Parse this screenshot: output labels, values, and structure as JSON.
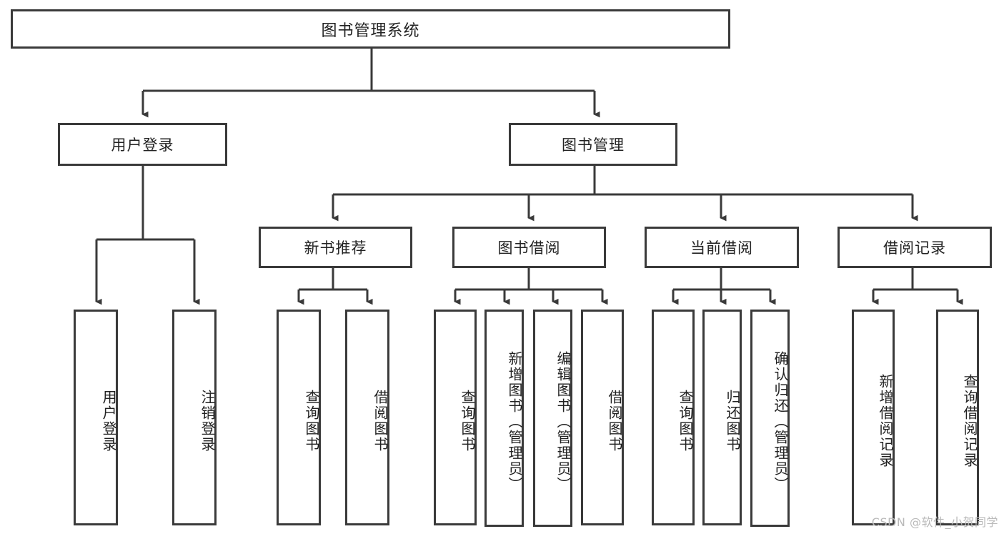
{
  "diagram": {
    "title": "图书管理系统",
    "type": "hierarchy-tree",
    "colors": {
      "stroke": "#3a3a3a",
      "fill": "#ffffff",
      "text": "#222222",
      "watermark": "#b9b9b9"
    },
    "root": {
      "label": "图书管理系统"
    },
    "level1": [
      {
        "label": "用户登录"
      },
      {
        "label": "图书管理"
      }
    ],
    "level2": [
      {
        "label": "新书推荐"
      },
      {
        "label": "图书借阅"
      },
      {
        "label": "当前借阅"
      },
      {
        "label": "借阅记录"
      }
    ],
    "leaves": {
      "user_login": [
        {
          "label": "用户登录"
        },
        {
          "label": "注销登录"
        }
      ],
      "new_book": [
        {
          "label": "查询图书"
        },
        {
          "label": "借阅图书"
        }
      ],
      "book_borrow": [
        {
          "label": "查询图书"
        },
        {
          "label": "新增图书（管理员）"
        },
        {
          "label": "编辑图书（管理员）"
        },
        {
          "label": "借阅图书"
        }
      ],
      "current_borrow": [
        {
          "label": "查询图书"
        },
        {
          "label": "归还图书"
        },
        {
          "label": "确认归还（管理员）"
        }
      ],
      "borrow_record": [
        {
          "label": "新增借阅记录"
        },
        {
          "label": "查询借阅记录"
        }
      ]
    }
  },
  "watermark": {
    "text": "CSDN @软件_小贺同学"
  }
}
